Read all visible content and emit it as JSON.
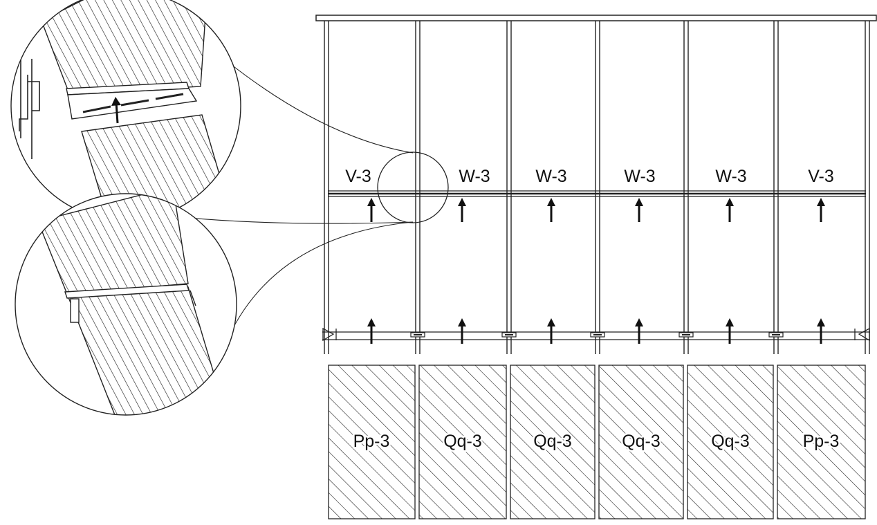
{
  "upper_labels": [
    "V-3",
    "W-3",
    "W-3",
    "W-3",
    "W-3",
    "V-3"
  ],
  "lower_labels": [
    "Pp-3",
    "Qq-3",
    "Qq-3",
    "Qq-3",
    "Qq-3",
    "Pp-3"
  ],
  "colors": {
    "line": "#111111",
    "background": "#ffffff"
  }
}
